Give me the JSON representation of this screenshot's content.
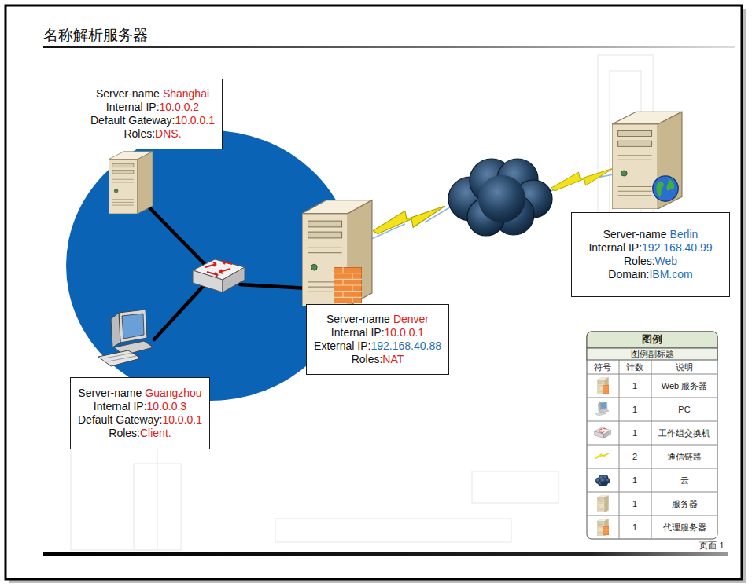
{
  "diagram": {
    "title": "名称解析服务器",
    "nodes": [
      {
        "text": [
          "Server-name",
          "Shanghai",
          "Internal IP:",
          "10.0.0.2",
          "Default Gateway:",
          "10.0.0.1",
          "Roles:",
          "DNS."
        ]
      },
      {
        "text": [
          "Server-name",
          "Berlin",
          "Internal IP:",
          "192.168.40.99",
          "Roles:",
          "Web",
          "Domain:",
          "IBM.com"
        ]
      },
      {
        "text": [
          "Server-name",
          "Denver",
          "Internal IP:",
          "10.0.0.1",
          "External IP:",
          "192.168.40.88",
          "Roles:",
          "NAT"
        ]
      },
      {
        "text": [
          "Server-name",
          "Guangzhou",
          "Internal IP:",
          "10.0.0.3",
          "Default Gateway:",
          "10.0.0.1",
          "Roles:",
          "Client."
        ]
      }
    ],
    "labels": [
      "图例",
      "图例副标题",
      "符号",
      "计数",
      "说明",
      "1",
      "1",
      "1",
      "2",
      "1",
      "1",
      "1",
      "页面 1"
    ],
    "legend": [
      {
        "text": "Web 服务器"
      },
      {
        "text": "PC"
      },
      {
        "text": "工作组交换机"
      },
      {
        "text": "通信链路"
      },
      {
        "text": "云"
      },
      {
        "text": "服务器"
      },
      {
        "text": "代理服务器"
      }
    ]
  }
}
